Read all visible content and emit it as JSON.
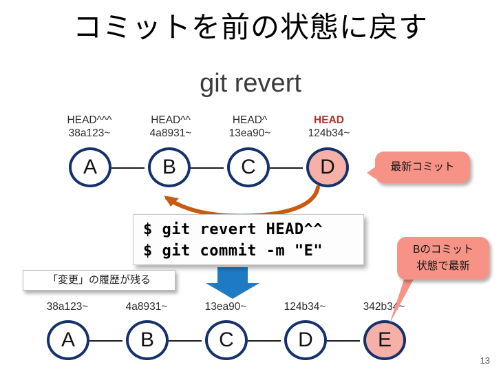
{
  "slide": {
    "title": "コミットを前の状態に戻す",
    "subtitle": "git revert",
    "page_number": "13"
  },
  "colors": {
    "node_border": "#14316b",
    "node_highlight_fill": "#f7b0a8",
    "bubble_fill": "#f79287",
    "head_label": "#ad3326",
    "revert_arrow": "#c95a12",
    "down_arrow": "#1f7ac4"
  },
  "top_graph": {
    "nodes": [
      {
        "letter": "A",
        "ref": "HEAD^^^",
        "hash": "38a123~",
        "highlight": false,
        "is_head": false
      },
      {
        "letter": "B",
        "ref": "HEAD^^",
        "hash": "4a8931~",
        "highlight": false,
        "is_head": false
      },
      {
        "letter": "C",
        "ref": "HEAD^",
        "hash": "13ea90~",
        "highlight": false,
        "is_head": false
      },
      {
        "letter": "D",
        "ref": "HEAD",
        "hash": "124b34~",
        "highlight": true,
        "is_head": true
      }
    ]
  },
  "bottom_graph": {
    "nodes": [
      {
        "letter": "A",
        "hash": "38a123~",
        "highlight": false
      },
      {
        "letter": "B",
        "hash": "4a8931~",
        "highlight": false
      },
      {
        "letter": "C",
        "hash": "13ea90~",
        "highlight": false
      },
      {
        "letter": "D",
        "hash": "124b34~",
        "highlight": false
      },
      {
        "letter": "E",
        "hash": "342b34~",
        "highlight": true
      }
    ]
  },
  "bubbles": {
    "latest_commit": {
      "line1": "最新コミット"
    },
    "b_state_latest": {
      "line1": "Bのコミット",
      "line2": "状態で最新"
    }
  },
  "command_box": {
    "line1": "$ git revert HEAD^^",
    "line2": "$ git commit -m \"E\""
  },
  "note_box": {
    "text": "「変更」の履歴が残る"
  },
  "icons": {
    "revert_arrow": "curved-back-arrow-icon",
    "down_arrow": "down-block-arrow-icon"
  }
}
